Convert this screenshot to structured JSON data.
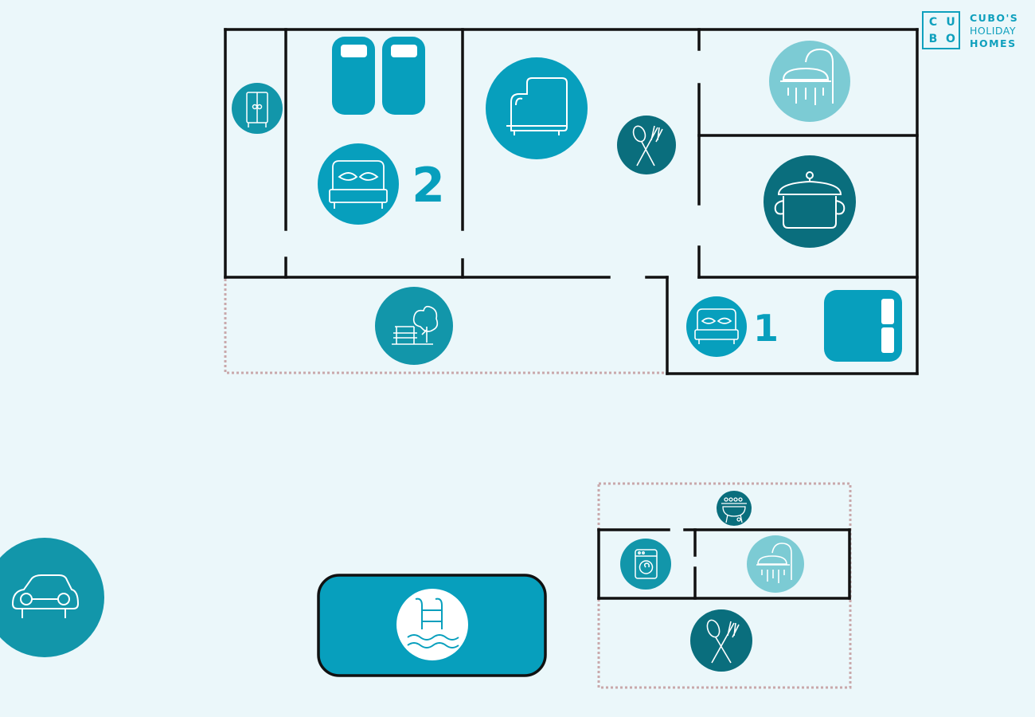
{
  "brand": {
    "letters": [
      "C",
      "U",
      "B",
      "O"
    ],
    "line1": "CUBO'S",
    "line2": "HOLIDAY",
    "line3": "HOMES"
  },
  "bedrooms": {
    "bedroom_2_number": "2",
    "bedroom_1_number": "1"
  },
  "icons": [
    "wardrobe-icon",
    "single-bed-icon",
    "double-bed-icon",
    "sofa-icon",
    "cutlery-icon",
    "shower-icon",
    "cooking-pot-icon",
    "garden-bench-icon",
    "car-icon",
    "swimming-pool-icon",
    "barbecue-icon",
    "washing-machine-icon"
  ],
  "colors": {
    "background": "#ebf7fa",
    "wall": "#111111",
    "teal": "#1296aa",
    "blue": "#079fbd",
    "dark_teal": "#0a6e7d",
    "light_teal": "#7ccbd4",
    "dotted_boundary": "#c9a8ab"
  }
}
